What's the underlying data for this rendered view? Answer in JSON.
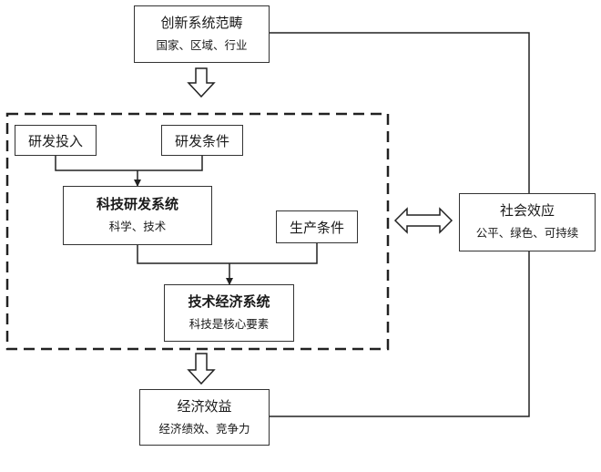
{
  "scope": {
    "title": "创新系统范畴",
    "subtitle": "国家、区域、行业"
  },
  "rd_input": {
    "title": "研发投入"
  },
  "rd_conditions": {
    "title": "研发条件"
  },
  "sci_tech_system": {
    "title": "科技研发系统",
    "subtitle": "科学、技术"
  },
  "production_conditions": {
    "title": "生产条件"
  },
  "tech_econ_system": {
    "title": "技术经济系统",
    "subtitle": "科技是核心要素"
  },
  "economic_benefit": {
    "title": "经济效益",
    "subtitle": "经济绩效、竞争力"
  },
  "social_effect": {
    "title": "社会效应",
    "subtitle": "公平、绿色、可持续"
  }
}
